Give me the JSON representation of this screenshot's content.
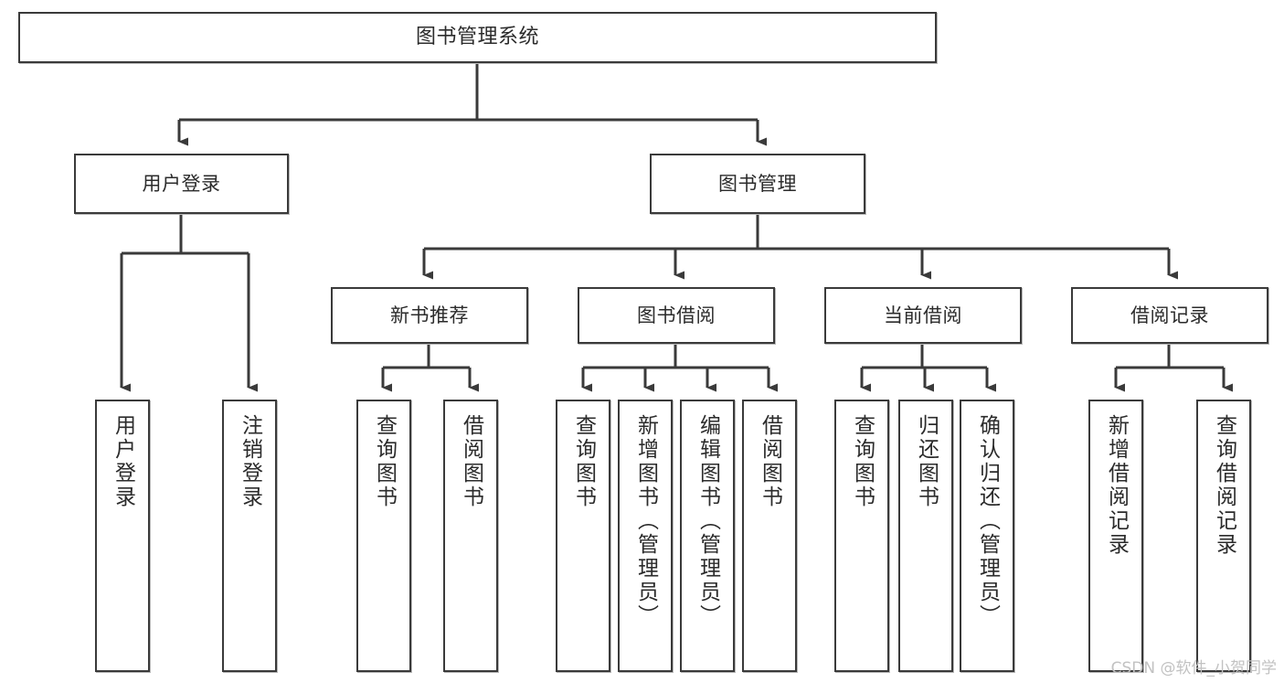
{
  "diagram": {
    "type": "tree-hierarchy-chart",
    "title": "图书管理系统",
    "orientation": "top-down",
    "colors": {
      "box_border": "#3a3a3a",
      "box_fill": "#ffffff",
      "edge": "#3a3a3a",
      "text": "#2b2b2b",
      "watermark": "#c2c2c2",
      "background": "#ffffff"
    },
    "watermark": "CSDN @软件_小贺同学",
    "levels": {
      "level1": [
        "图书管理系统"
      ],
      "level2": [
        "用户登录",
        "图书管理"
      ],
      "level3": [
        "新书推荐",
        "图书借阅",
        "当前借阅",
        "借阅记录"
      ],
      "level4": [
        "用户登录",
        "注销登录",
        "查询图书",
        "借阅图书",
        "查询图书",
        "新增图书（管理员）",
        "编辑图书（管理员）",
        "借阅图书",
        "查询图书",
        "归还图书",
        "确认归还（管理员）",
        "新增借阅记录",
        "查询借阅记录"
      ]
    },
    "nodes": {
      "root": {
        "label": "图书管理系统"
      },
      "user_login": {
        "label": "用户登录"
      },
      "book_manage": {
        "label": "图书管理"
      },
      "new_book_rec": {
        "label": "新书推荐"
      },
      "book_borrow": {
        "label": "图书借阅"
      },
      "current_borrow": {
        "label": "当前借阅"
      },
      "borrow_record": {
        "label": "借阅记录"
      },
      "leaf_user_login": {
        "label": "用户登录"
      },
      "leaf_logout": {
        "label": "注销登录"
      },
      "leaf_query_book_a": {
        "label": "查询图书"
      },
      "leaf_borrow_book_a": {
        "label": "借阅图书"
      },
      "leaf_query_book_b": {
        "label": "查询图书"
      },
      "leaf_add_book_admin": {
        "label": "新增图书（管理员）"
      },
      "leaf_edit_book_admin": {
        "label": "编辑图书（管理员）"
      },
      "leaf_borrow_book_b": {
        "label": "借阅图书"
      },
      "leaf_query_book_c": {
        "label": "查询图书"
      },
      "leaf_return_book": {
        "label": "归还图书"
      },
      "leaf_confirm_return_admin": {
        "label": "确认归还（管理员）"
      },
      "leaf_add_record": {
        "label": "新增借阅记录"
      },
      "leaf_query_record": {
        "label": "查询借阅记录"
      }
    },
    "edges": [
      {
        "from": "root",
        "to": "user_login"
      },
      {
        "from": "root",
        "to": "book_manage"
      },
      {
        "from": "user_login",
        "to": "leaf_user_login"
      },
      {
        "from": "user_login",
        "to": "leaf_logout"
      },
      {
        "from": "book_manage",
        "to": "new_book_rec"
      },
      {
        "from": "book_manage",
        "to": "book_borrow"
      },
      {
        "from": "book_manage",
        "to": "current_borrow"
      },
      {
        "from": "book_manage",
        "to": "borrow_record"
      },
      {
        "from": "new_book_rec",
        "to": "leaf_query_book_a"
      },
      {
        "from": "new_book_rec",
        "to": "leaf_borrow_book_a"
      },
      {
        "from": "book_borrow",
        "to": "leaf_query_book_b"
      },
      {
        "from": "book_borrow",
        "to": "leaf_add_book_admin"
      },
      {
        "from": "book_borrow",
        "to": "leaf_edit_book_admin"
      },
      {
        "from": "book_borrow",
        "to": "leaf_borrow_book_b"
      },
      {
        "from": "current_borrow",
        "to": "leaf_query_book_c"
      },
      {
        "from": "current_borrow",
        "to": "leaf_return_book"
      },
      {
        "from": "current_borrow",
        "to": "leaf_confirm_return_admin"
      },
      {
        "from": "borrow_record",
        "to": "leaf_add_record"
      },
      {
        "from": "borrow_record",
        "to": "leaf_query_record"
      }
    ]
  }
}
